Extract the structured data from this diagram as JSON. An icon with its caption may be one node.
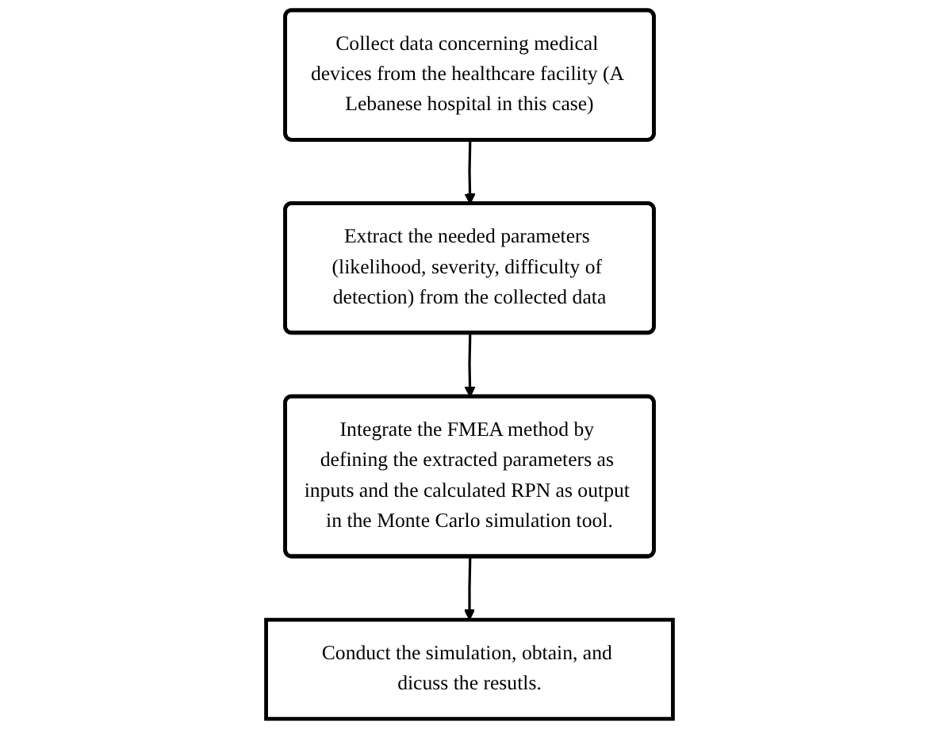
{
  "diagram": {
    "nodes": [
      {
        "text": [
          "Collect data concerning medical devices from the healthcare facility (A Lebanese hospital in this case)"
        ]
      },
      {
        "text": [
          "Extract the needed parameters (likelihood, severity, difficulty of detection) from the collected data"
        ]
      },
      {
        "text": [
          "Integrate the FMEA method by defining the extracted parameters as inputs and the calculated RPN as output in the Monte Carlo simulation tool."
        ]
      },
      {
        "text": [
          "Conduct the simulation, obtain, and dicuss the resutls."
        ]
      }
    ],
    "edges": [
      {
        "from": 0,
        "to": 1,
        "arrow": "to"
      },
      {
        "from": 1,
        "to": 2,
        "arrow": "to"
      },
      {
        "from": 2,
        "to": 3,
        "arrow": "to"
      }
    ]
  }
}
